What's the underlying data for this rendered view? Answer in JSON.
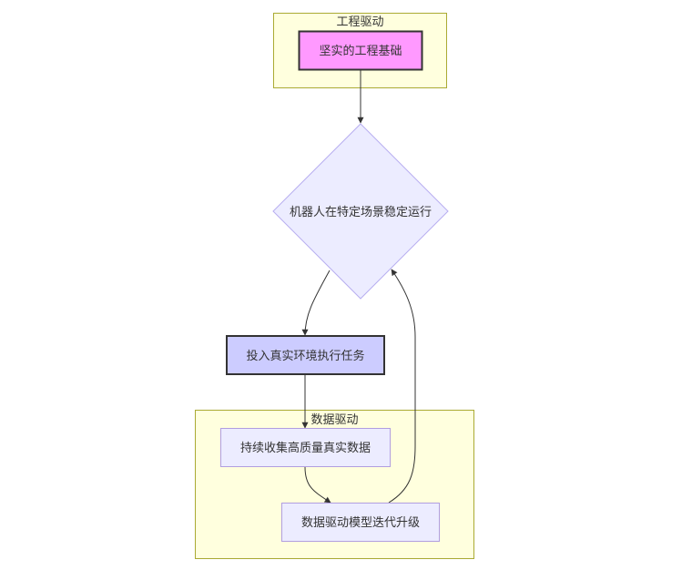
{
  "colors": {
    "cluster_fill": "#ffffde",
    "cluster_stroke": "#aaaa33",
    "node_default_fill": "#ececff",
    "node_default_stroke": "#9370db",
    "foundation_fill": "#ff99ff",
    "foundation_stroke": "#333333",
    "deploy_fill": "#ccccff",
    "deploy_stroke": "#333333",
    "edge": "#333333",
    "text": "#333333"
  },
  "clusters": {
    "engineering": {
      "title": "工程驱动"
    },
    "data": {
      "title": "数据驱动"
    }
  },
  "nodes": {
    "foundation": {
      "label": "坚实的工程基础",
      "shape": "rect"
    },
    "stable_run": {
      "label": "机器人在特定场景稳定运行",
      "shape": "diamond"
    },
    "deploy": {
      "label": "投入真实环境执行任务",
      "shape": "rect"
    },
    "collect": {
      "label": "持续收集高质量真实数据",
      "shape": "rect"
    },
    "iterate": {
      "label": "数据驱动模型迭代升级",
      "shape": "rect"
    }
  },
  "edges": [
    {
      "from": "foundation",
      "to": "stable_run"
    },
    {
      "from": "stable_run",
      "to": "deploy"
    },
    {
      "from": "deploy",
      "to": "collect"
    },
    {
      "from": "collect",
      "to": "iterate"
    },
    {
      "from": "iterate",
      "to": "stable_run"
    }
  ]
}
